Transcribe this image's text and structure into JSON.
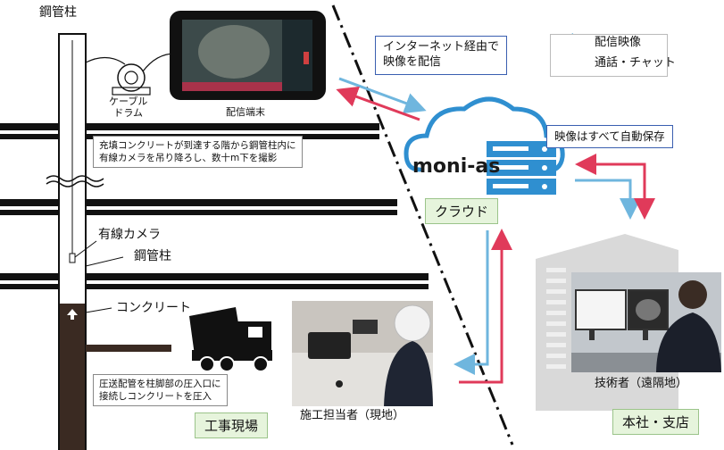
{
  "site": {
    "steel_column_top": "鋼管柱",
    "cable_drum": [
      "ケーブル",
      "ドラム"
    ],
    "delivery_terminal": "配信端末",
    "instruction": [
      "充填コンクリートが到達する階から鋼管柱内に",
      "有線カメラを吊り降ろし、数十m下を撮影"
    ],
    "wired_camera": "有線カメラ",
    "steel_column": "鋼管柱",
    "concrete": "コンクリート",
    "pump_note": [
      "圧送配管を柱脚部の圧入口に",
      "接続しコンクリートを圧入"
    ],
    "site_tag": "工事現場",
    "site_worker": "施工担当者（現地）"
  },
  "network": {
    "internet_note": [
      "インターネット経由で",
      "映像を配信"
    ],
    "logo": "moni-as",
    "cloud_tag": "クラウド",
    "autosave": "映像はすべて自動保存"
  },
  "legend": {
    "video": "配信映像",
    "chat": "通話・チャット"
  },
  "office": {
    "engineer": "技術者（遠隔地）",
    "office_tag": "本社・支店"
  },
  "colors": {
    "video_arrow": "#6fb6de",
    "chat_arrow": "#e03a5a",
    "cloud_blue": "#2f8fd0",
    "tag_green": "#e6f4dc",
    "concrete_fill": "#3a2a22",
    "building_gray": "#d9d9d9"
  }
}
